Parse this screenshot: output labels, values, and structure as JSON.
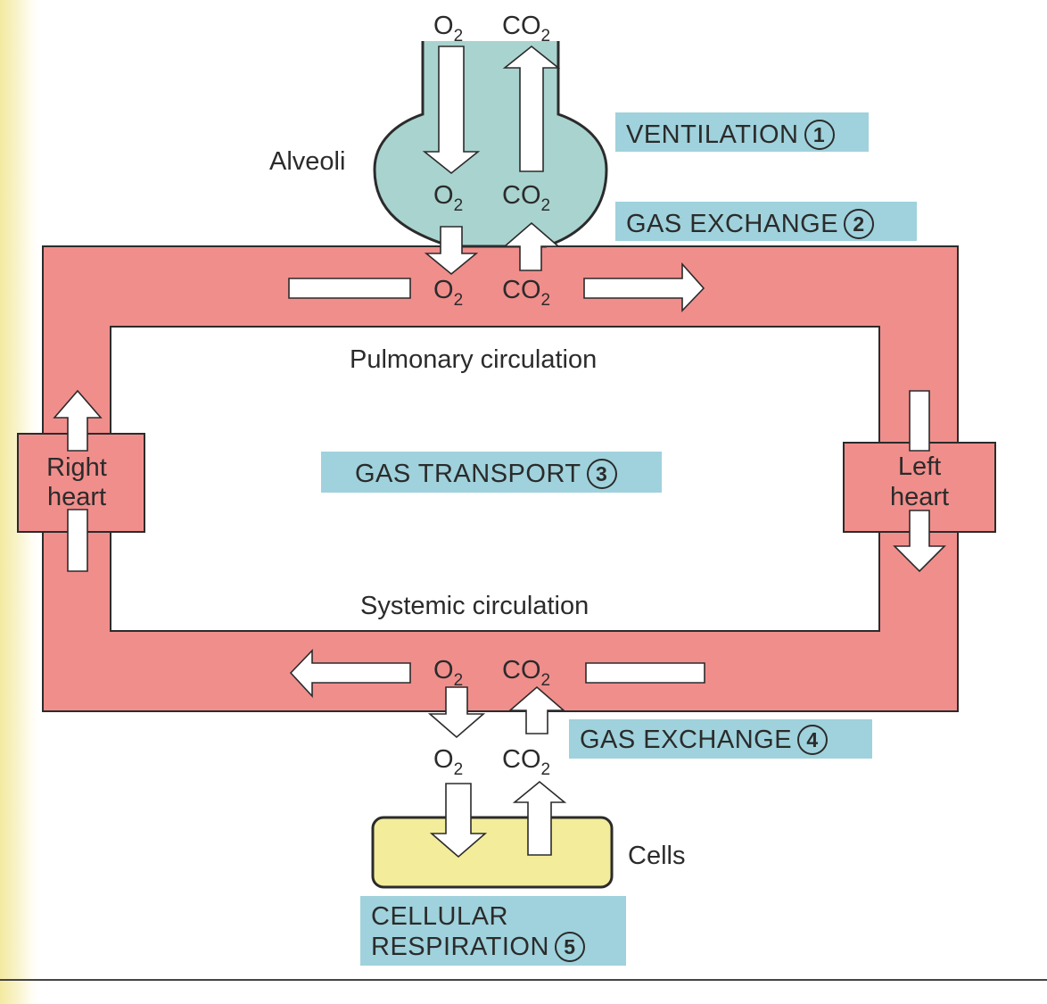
{
  "labels": {
    "o2_top": "O",
    "co2_top": "CO",
    "alveoli": "Alveoli",
    "o2_alveoli": "O",
    "co2_alveoli": "CO",
    "o2_pulmonary": "O",
    "co2_pulmonary": "CO",
    "pulmonary_circulation": "Pulmonary circulation",
    "right_heart_line1": "Right",
    "right_heart_line2": "heart",
    "left_heart_line1": "Left",
    "left_heart_line2": "heart",
    "systemic_circulation": "Systemic circulation",
    "o2_systemic": "O",
    "co2_systemic": "CO",
    "o2_cells": "O",
    "co2_cells": "CO",
    "cells": "Cells",
    "subscript_2": "2"
  },
  "steps": [
    {
      "label": "VENTILATION",
      "number": "1"
    },
    {
      "label": "GAS EXCHANGE",
      "number": "2"
    },
    {
      "label": "GAS TRANSPORT",
      "number": "3"
    },
    {
      "label": "GAS EXCHANGE",
      "number": "4"
    },
    {
      "label": "CELLULAR",
      "label_line2": "RESPIRATION",
      "number": "5"
    }
  ],
  "colors": {
    "circulation": "#f08e8c",
    "alveoli": "#a9d3cf",
    "cells": "#f3ec9a",
    "label_box": "#9fd2dc",
    "outline": "#2b2b2b"
  }
}
